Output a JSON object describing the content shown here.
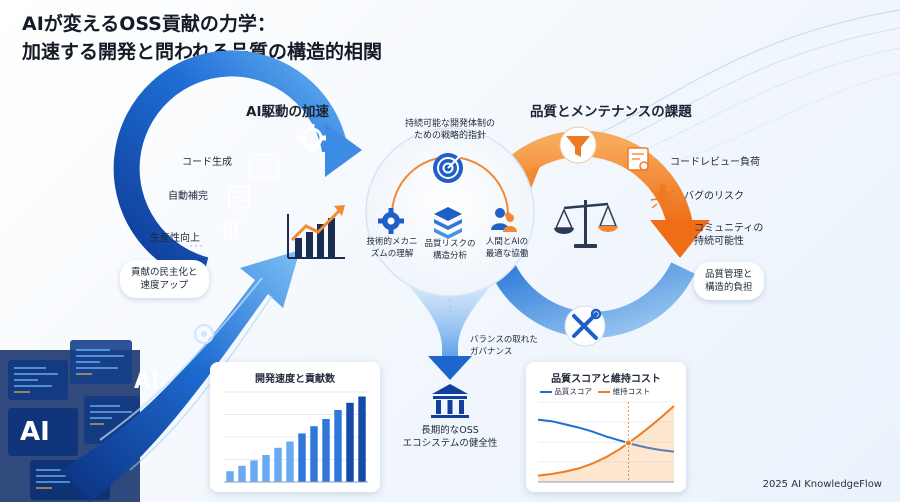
{
  "title": {
    "line1": "AIが変えるOSS貢献の力学：",
    "line2": "加速する開発と問われる品質の構造的相関"
  },
  "left": {
    "heading": "AI駆動の加速",
    "items": [
      "コード生成",
      "自動補完",
      "生産性向上"
    ],
    "pill": "貢献の民主化と\n速度アップ"
  },
  "center": {
    "top_label": "持続可能な開発体制の\nための戦略的指針",
    "items": [
      "技術的メカニ\nズムの理解",
      "品質リスクの\n構造分析",
      "人間とAIの\n最適な協働"
    ],
    "funnel_label": "バランスの取れた\nガバナンス",
    "bottom_label": "長期的なOSS\nエコシステムの健全性"
  },
  "right": {
    "heading": "品質とメンテナンスの課題",
    "items": [
      "コードレビュー負荷",
      "バグのリスク",
      "コミュニティの\n持続可能性"
    ],
    "pill": "品質管理と\n構造的負担"
  },
  "bar_card": {
    "title": "開発速度と貢献数"
  },
  "line_card": {
    "title": "品質スコアと維持コスト",
    "legend": [
      "品質スコア",
      "維持コスト"
    ]
  },
  "code_panel": {
    "badge": "AI"
  },
  "footer": "2025 AI KnowledgeFlow",
  "colors": {
    "blue_dark": "#123f9c",
    "blue": "#1f6fd6",
    "blue_light": "#6fb3f3",
    "orange": "#f07a22",
    "orange_light": "#f7a859"
  },
  "chart_data": [
    {
      "type": "bar",
      "title": "開発速度と貢献数",
      "categories": [
        "",
        "",
        "",
        "",
        "",
        "",
        "",
        "",
        "",
        "",
        "",
        ""
      ],
      "values": [
        12,
        18,
        24,
        30,
        38,
        45,
        54,
        62,
        70,
        80,
        88,
        95
      ],
      "ylim": [
        0,
        100
      ],
      "grid": true
    },
    {
      "type": "line",
      "title": "品質スコアと維持コスト",
      "x": [
        0,
        1,
        2,
        3,
        4,
        5,
        6,
        7,
        8,
        9,
        10
      ],
      "series": [
        {
          "name": "品質スコア",
          "values": [
            78,
            76,
            72,
            68,
            63,
            57,
            52,
            47,
            43,
            40,
            38
          ]
        },
        {
          "name": "維持コスト",
          "values": [
            8,
            10,
            13,
            17,
            23,
            31,
            41,
            53,
            66,
            80,
            95
          ]
        }
      ],
      "ylim": [
        0,
        100
      ],
      "grid": true,
      "legend": "top"
    }
  ]
}
